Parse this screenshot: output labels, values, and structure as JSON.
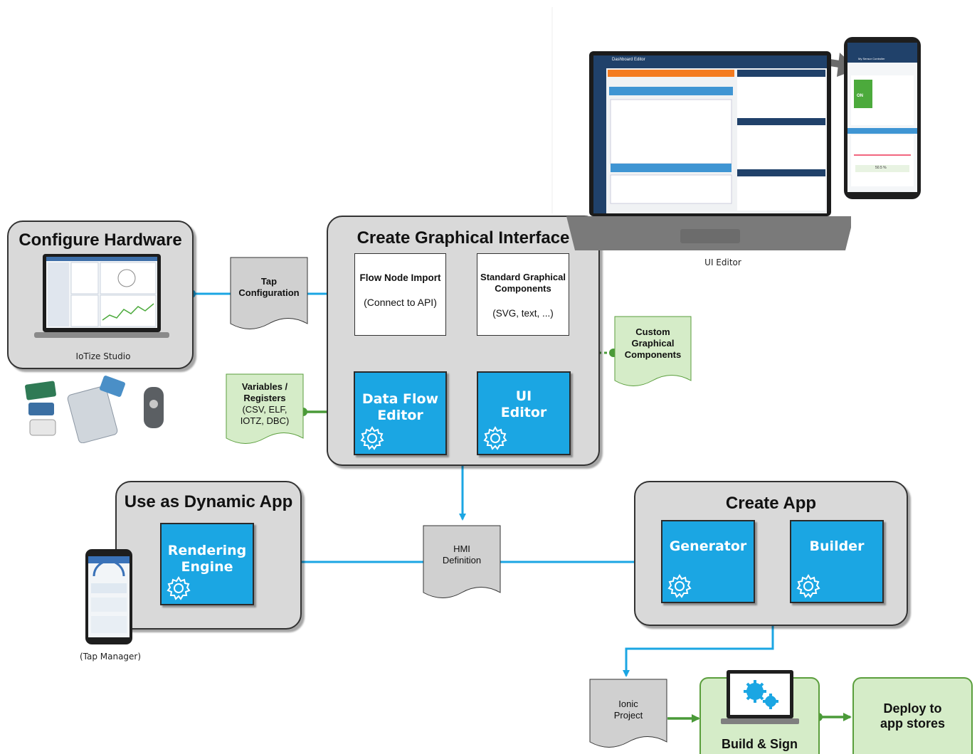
{
  "groups": {
    "configure_hardware": "Configure Hardware",
    "create_graphical_interface": "Create Graphical Interface",
    "use_dynamic_app": "Use as Dynamic App",
    "create_app": "Create App"
  },
  "captions": {
    "iotize_studio": "IoTize Studio",
    "ui_editor": "UI Editor",
    "tap_manager": "(Tap Manager)"
  },
  "documents": {
    "tap_configuration": [
      "Tap",
      "Configuration"
    ],
    "variables_registers": [
      "Variables /",
      "Registers",
      "(CSV, ELF,",
      "IOTZ, DBC)"
    ],
    "custom_components": [
      "Custom",
      "Graphical",
      "Components"
    ],
    "hmi_definition": [
      "HMI",
      "Definition"
    ],
    "ionic_project": [
      "Ionic",
      "Project"
    ]
  },
  "white_boxes": {
    "flow_node_title": "Flow Node Import",
    "flow_node_sub": "(Connect to API)",
    "standard_title": [
      "Standard Graphical",
      "Components"
    ],
    "standard_sub": "(SVG, text, ...)"
  },
  "blue_boxes": {
    "data_flow_editor": [
      "Data Flow",
      "Editor"
    ],
    "ui_editor": [
      "UI",
      "Editor"
    ],
    "rendering_engine": [
      "Rendering",
      "Engine"
    ],
    "generator": "Generator",
    "builder": "Builder"
  },
  "build_sign": "Build & Sign",
  "deploy": [
    "Deploy to",
    "app stores"
  ],
  "screenshot_text": {
    "dashboard_editor": "Dashboard Editor",
    "phone_title": "My Sensor Controller",
    "phone_on": "ON",
    "phone_value": "50.5 %"
  },
  "colors": {
    "blue": "#1ba6e3",
    "group_gray": "#d9d9d9",
    "doc_gray": "#d0d0d0",
    "doc_green": "#d5ecc8",
    "green_line": "#4a9a38",
    "editor_orange": "#f47b20"
  }
}
